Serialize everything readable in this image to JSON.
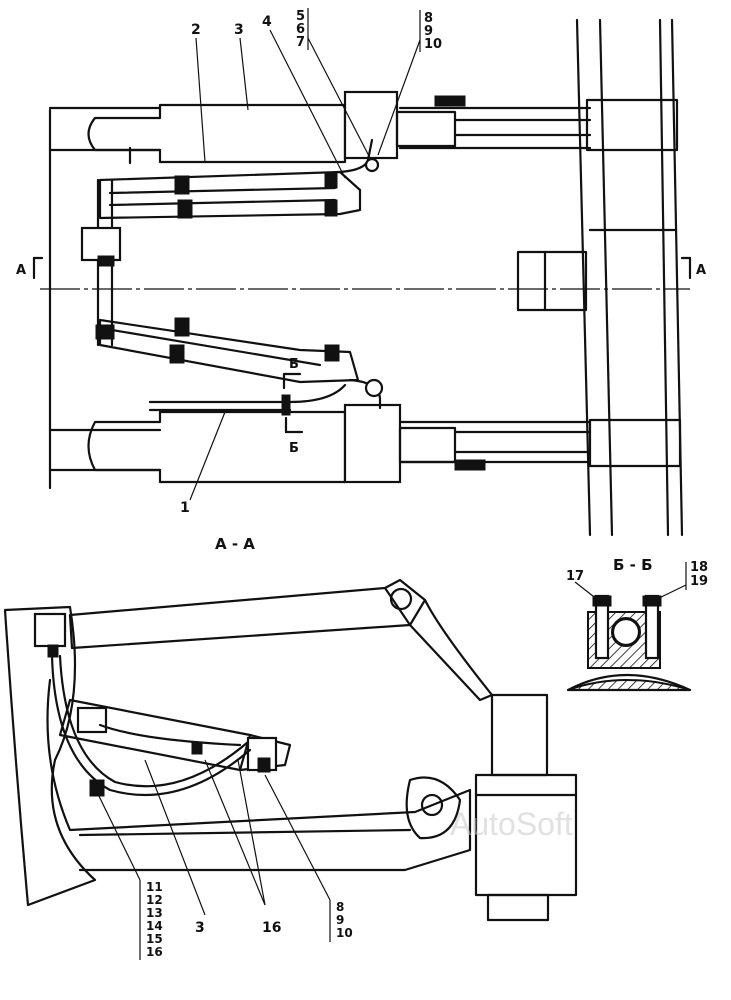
{
  "diagram": {
    "section_aa_title": "А - А",
    "section_bb_title": "Б - Б",
    "section_marks": {
      "a_left": "А",
      "a_right": "А",
      "b_top": "Б",
      "b_bottom": "Б"
    },
    "top_view_callouts": {
      "c1": "1",
      "c2": "2",
      "c3": "3",
      "c4": "4",
      "c5": "5",
      "c6": "6",
      "c7": "7",
      "c8": "8",
      "c9": "9",
      "c10": "10"
    },
    "side_view_callouts": {
      "c3": "3",
      "c16": "16",
      "c8": "8",
      "c9": "9",
      "c10": "10",
      "c11": "11",
      "c12": "12",
      "c13": "13",
      "c14": "14",
      "c15": "15",
      "c16b": "16"
    },
    "detail_callouts": {
      "c17": "17",
      "c18": "18",
      "c19": "19"
    },
    "watermark": "AutoSoft"
  }
}
